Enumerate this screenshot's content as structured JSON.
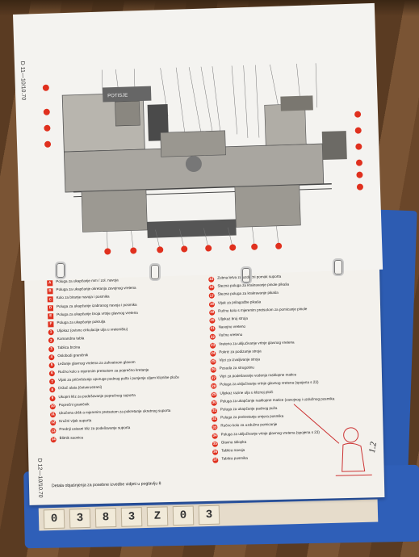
{
  "upper_page": {
    "side_code": "D 11—10/10.70",
    "machine_brand": "POTISJE"
  },
  "lower_page": {
    "side_code": "D 12—10/10.70",
    "page_number": "1.2",
    "footer_note": "Detalа objašnjenja za posebne izvedbe vidjeti u poglavlju 8",
    "legend_left": [
      {
        "mark": "A",
        "text": "Poluga za ukapčanje mm / zol. navoja"
      },
      {
        "mark": "B",
        "text": "Poluga za ukapčanje okretanja zavojnog vretena"
      },
      {
        "mark": "C",
        "text": "Kolo za biranje navoja i posmika"
      },
      {
        "mark": "D",
        "text": "Poluga za ukapčanje izabranog navoja i posmika"
      },
      {
        "mark": "E",
        "text": "Poluga za ukapčanje broja vrtnje glavnog vretena"
      },
      {
        "mark": "F",
        "text": "Poluga za ukapčanje pokrulja"
      },
      {
        "mark": "1",
        "text": "Uljokaz (ovisno cirkulacije ulja u vreteništu)"
      },
      {
        "mark": "2",
        "text": "Komandna tabla"
      },
      {
        "mark": "3",
        "text": "Tablica brzina"
      },
      {
        "mark": "4",
        "text": "Oslobodi graničnik"
      },
      {
        "mark": "5",
        "text": "Ležanje glavnog vretena za zahvatnom glavom"
      },
      {
        "mark": "6",
        "text": "Ručno kolo s mjerenim pretsotom za poprečno kretanje"
      },
      {
        "mark": "7",
        "text": "Vijak za pričvršćenje uporuge podnog pulta i punjenje uljem kliznihe ploče"
      },
      {
        "mark": "8",
        "text": "Držač alata (četverostrani)"
      },
      {
        "mark": "9",
        "text": "Ukopni kliz za podešavanje poprečnog suporta"
      },
      {
        "mark": "10",
        "text": "Poprečni graničnik"
      },
      {
        "mark": "11",
        "text": "Ukočena dršk a mjerenim pretsotom za pokretanje ukretnog suporta"
      },
      {
        "mark": "12",
        "text": "Kružni vijak suporta"
      },
      {
        "mark": "13",
        "text": "Prednji usisani kliz za podešavanje suporta"
      },
      {
        "mark": "14",
        "text": "Blitnik saonica"
      }
    ],
    "legend_right": [
      {
        "mark": "15",
        "text": "Zubna letva za uzdužni pomak suporta"
      },
      {
        "mark": "16",
        "text": "Steznа poluga za krakravanje pinole pikaša"
      },
      {
        "mark": "17",
        "text": "Stezna poluga za krakravanje pikaša"
      },
      {
        "mark": "18",
        "text": "Vijak za prilagodbe pikaša"
      },
      {
        "mark": "19",
        "text": "Ručno kolo s mjerenim pretsotom za pomicanje pinole"
      },
      {
        "mark": "20",
        "text": "Uljokaz broj stroja"
      },
      {
        "mark": "21",
        "text": "Navojno vreteno"
      },
      {
        "mark": "22",
        "text": "Vučno vreteno"
      },
      {
        "mark": "23",
        "text": "Vreteno za ukljućivanje vrtnje glavnog vretena"
      },
      {
        "mark": "24",
        "text": "Pokrіć za podizanje stroja"
      },
      {
        "mark": "25",
        "text": "Vijci za izvaljivanje stroja"
      },
      {
        "mark": "26",
        "text": "Posuda za strugotinu"
      },
      {
        "mark": "27",
        "text": "Vijci za podešavanje vodenja rasklopne matice"
      },
      {
        "mark": "28",
        "text": "Poluga za uključivanje vrtnje glavnog vretena (spojena s 23)"
      },
      {
        "mark": "29",
        "text": "Uljokaz razine ulja u kliznoj ploči"
      },
      {
        "mark": "30",
        "text": "Poluga za ukapčanje rasklopne matice (zavojnog i uzdužnog posmika"
      },
      {
        "mark": "31",
        "text": "Poluga za ukapčanje padnog puža"
      },
      {
        "mark": "32",
        "text": "Poluga za prekretanje smjera posmika"
      },
      {
        "mark": "33",
        "text": "Ručno kolo za uzdužno pomicanje"
      },
      {
        "mark": "34",
        "text": "Poluga za uključivanje vrtnje glavnog vretena (spojena s 23)"
      },
      {
        "mark": "35",
        "text": "Glavna sklopka"
      },
      {
        "mark": "36",
        "text": "Tablica navoja"
      },
      {
        "mark": "37",
        "text": "Tablica posmika"
      }
    ]
  },
  "index_tabs": [
    "0",
    "3",
    "8",
    "3",
    "Z",
    "0",
    "3"
  ],
  "colors": {
    "accent": "#e0301e",
    "paper": "#f4f3f0",
    "binder": "#2f5fb8"
  }
}
